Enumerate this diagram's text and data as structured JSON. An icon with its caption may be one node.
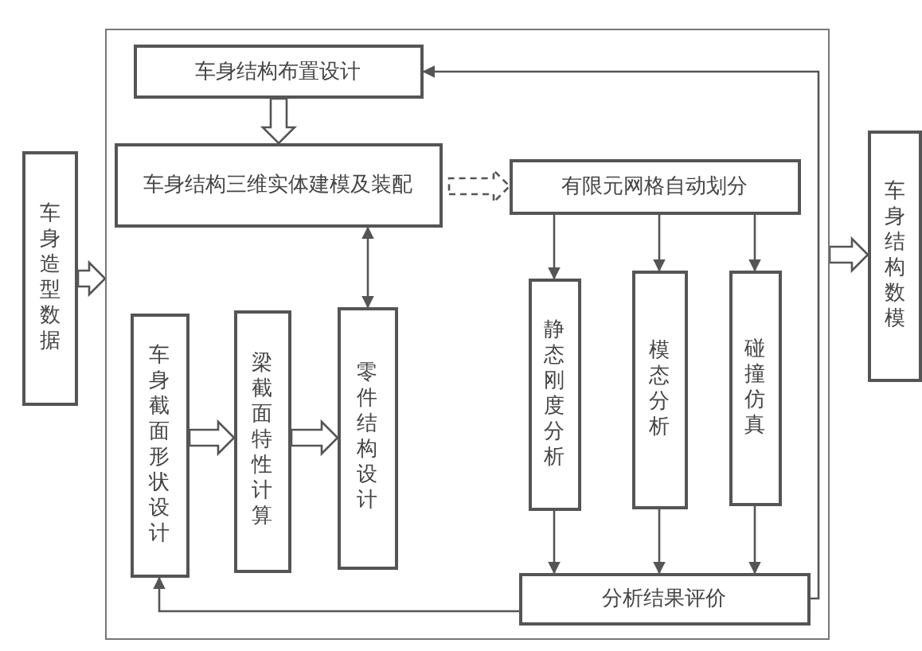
{
  "diagram": {
    "nodes": [
      {
        "text": [],
        "shape": "box"
      },
      {
        "text": [
          "车身造型数据"
        ]
      },
      {
        "text": [
          "车身结构布置设计"
        ],
        "in": 0
      },
      {
        "text": [
          "车身结构三维实体建模及装配"
        ],
        "in": 0
      },
      {
        "text": [
          "车身截面形状设计"
        ],
        "in": 0
      },
      {
        "text": [
          "梁截面特性计算"
        ],
        "in": 0
      },
      {
        "text": [
          "零件结构设计"
        ],
        "in": 0
      },
      {
        "text": [
          "有限元网格自动划分"
        ],
        "in": 0
      },
      {
        "text": [
          "静态刚度分析"
        ],
        "in": 0
      },
      {
        "text": [
          "模态分析"
        ],
        "in": 0
      },
      {
        "text": [
          "碰撞仿真"
        ],
        "in": 0
      },
      {
        "text": [
          "分析结果评价"
        ],
        "in": 0
      },
      {
        "text": [
          "车身结构数模"
        ]
      }
    ],
    "edges": [
      {
        "from": 1,
        "to": 0,
        "arrow": "to"
      },
      {
        "from": 0,
        "to": 12,
        "arrow": "to"
      },
      {
        "from": 2,
        "to": 3,
        "arrow": "to"
      },
      {
        "from": 3,
        "to": 7,
        "arrow": "to",
        "style": "dashed"
      },
      {
        "from": 3,
        "to": 6,
        "arrow": "both"
      },
      {
        "from": 7,
        "to": 8,
        "arrow": "to"
      },
      {
        "from": 7,
        "to": 9,
        "arrow": "to"
      },
      {
        "from": 7,
        "to": 10,
        "arrow": "to"
      },
      {
        "from": 8,
        "to": 11,
        "arrow": "to"
      },
      {
        "from": 9,
        "to": 11,
        "arrow": "to"
      },
      {
        "from": 10,
        "to": 11,
        "arrow": "to"
      },
      {
        "from": 11,
        "to": 2,
        "arrow": "to"
      },
      {
        "from": 11,
        "to": 4,
        "arrow": "to"
      },
      {
        "from": 4,
        "to": 5,
        "arrow": "to"
      },
      {
        "from": 5,
        "to": 6,
        "arrow": "to"
      }
    ]
  }
}
